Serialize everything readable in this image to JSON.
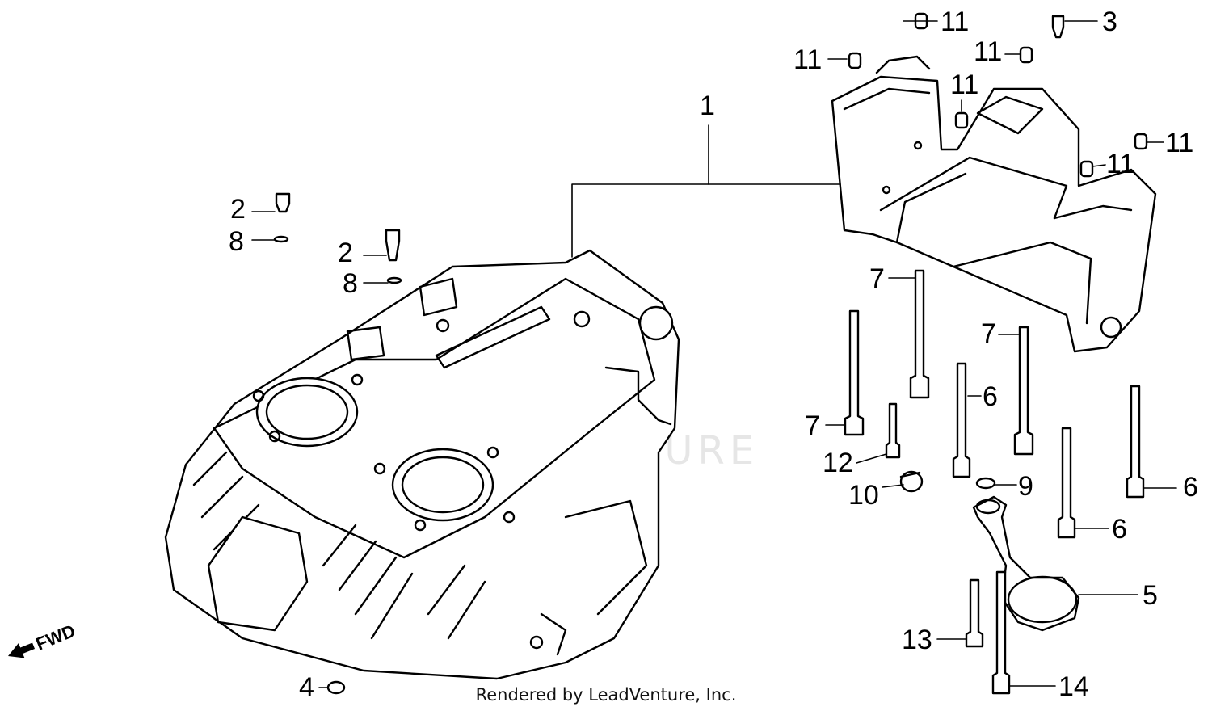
{
  "diagram": {
    "callouts": {
      "c1": "1",
      "c2a": "2",
      "c2b": "2",
      "c3": "3",
      "c4": "4",
      "c5": "5",
      "c6a": "6",
      "c6b": "6",
      "c6c": "6",
      "c7a": "7",
      "c7b": "7",
      "c7c": "7",
      "c8a": "8",
      "c8b": "8",
      "c9": "9",
      "c10": "10",
      "c11a": "11",
      "c11b": "11",
      "c11c": "11",
      "c11d": "11",
      "c11e": "11",
      "c11f": "11",
      "c12": "12",
      "c13": "13",
      "c14": "14"
    },
    "direction_label": "FWD",
    "watermark": "LEADVENTURE",
    "footer": "Rendered by LeadVenture, Inc."
  }
}
